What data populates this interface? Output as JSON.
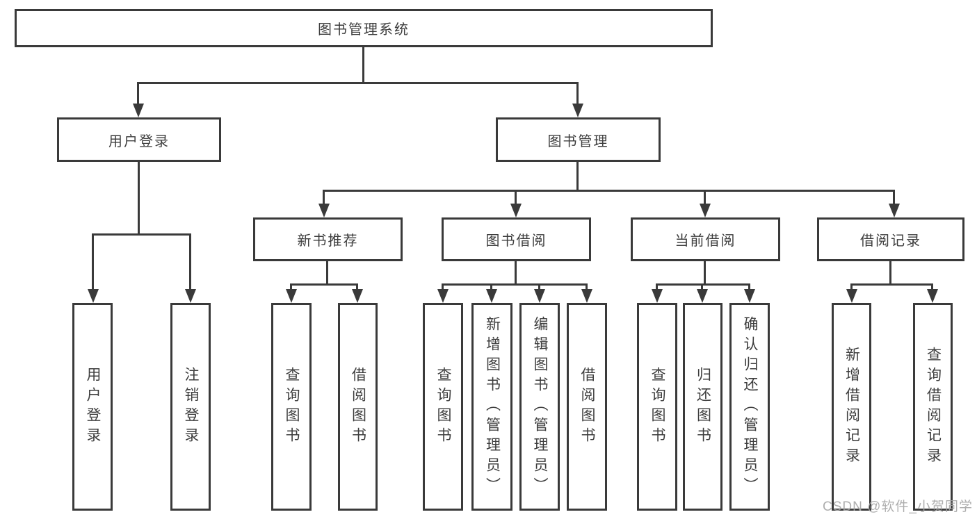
{
  "diagram_type": "hierarchy-tree",
  "colors": {
    "line": "#3a3a3a",
    "text": "#3d3d3d",
    "background": "#ffffff",
    "watermark": "#a5a5a5"
  },
  "root": {
    "label": "图书管理系统",
    "children": [
      {
        "label": "用户登录",
        "children": [
          {
            "label": "用户登录"
          },
          {
            "label": "注销登录"
          }
        ]
      },
      {
        "label": "图书管理",
        "children": [
          {
            "label": "新书推荐",
            "children": [
              {
                "label": "查询图书"
              },
              {
                "label": "借阅图书"
              }
            ]
          },
          {
            "label": "图书借阅",
            "children": [
              {
                "label": "查询图书"
              },
              {
                "label": "新增图书（管理员）"
              },
              {
                "label": "编辑图书（管理员）"
              },
              {
                "label": "借阅图书"
              }
            ]
          },
          {
            "label": "当前借阅",
            "children": [
              {
                "label": "查询图书"
              },
              {
                "label": "归还图书"
              },
              {
                "label": "确认归还（管理员）"
              }
            ]
          },
          {
            "label": "借阅记录",
            "children": [
              {
                "label": "新增借阅记录"
              },
              {
                "label": "查询借阅记录"
              }
            ]
          }
        ]
      }
    ]
  },
  "watermark": {
    "text": "CSDN @软件_小贺同学"
  }
}
